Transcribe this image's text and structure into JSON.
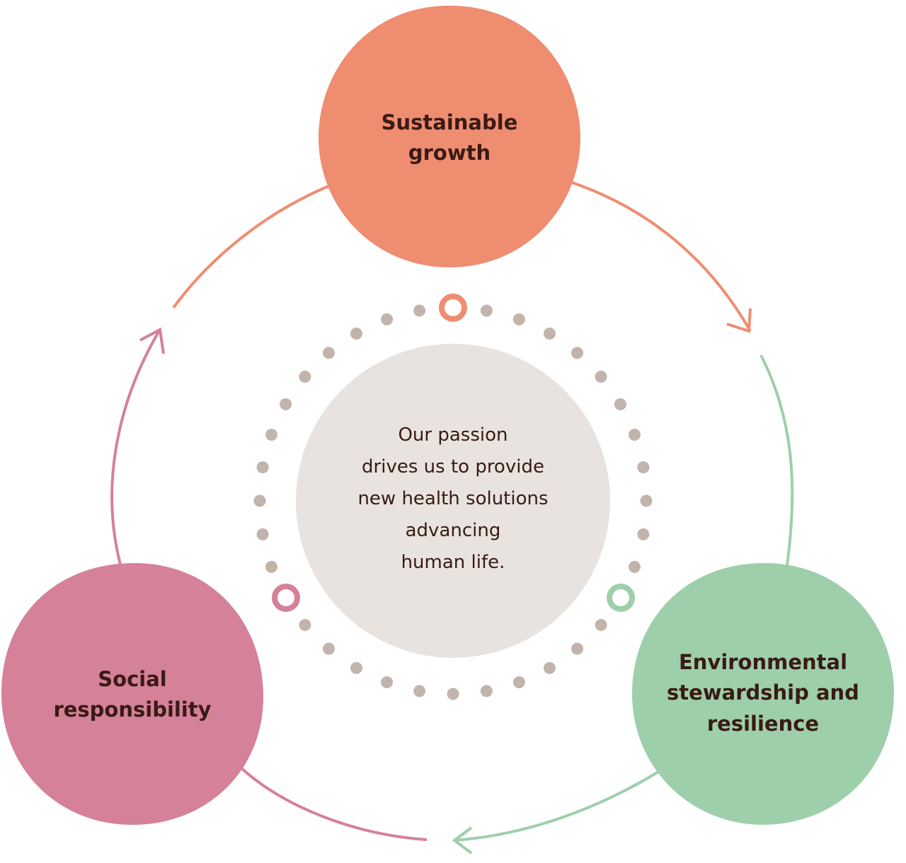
{
  "colors": {
    "growth": "#ef8d71",
    "environment": "#9dcfab",
    "social": "#d48199",
    "center": "#e8e3df",
    "dots": "#c2b4ad",
    "text": "#3a1a14"
  },
  "nodes": {
    "growth": {
      "lines": [
        "Sustainable",
        "growth"
      ]
    },
    "environment": {
      "lines": [
        "Environmental",
        "stewardship and",
        "resilience"
      ]
    },
    "social": {
      "lines": [
        "Social",
        "responsibility"
      ]
    }
  },
  "center": {
    "lines": [
      "Our passion",
      "drives us to provide",
      "new health solutions",
      "advancing",
      "human life."
    ]
  }
}
